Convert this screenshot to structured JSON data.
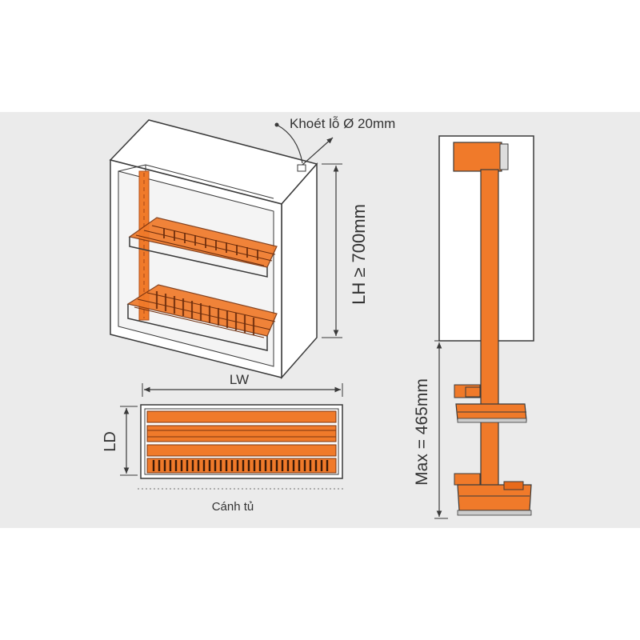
{
  "labels": {
    "hole": "Khoét lỗ Ø 20mm",
    "height": "LH ≥ 700mm",
    "width": "LW",
    "depth": "LD",
    "door": "Cánh tủ",
    "travel": "Max = 465mm"
  },
  "colors": {
    "accent": "#f07a2a",
    "accent_dark": "#b5501a",
    "line": "#3a3a3a",
    "cabinet_fill": "#ffffff",
    "background": "#ebebeb"
  }
}
